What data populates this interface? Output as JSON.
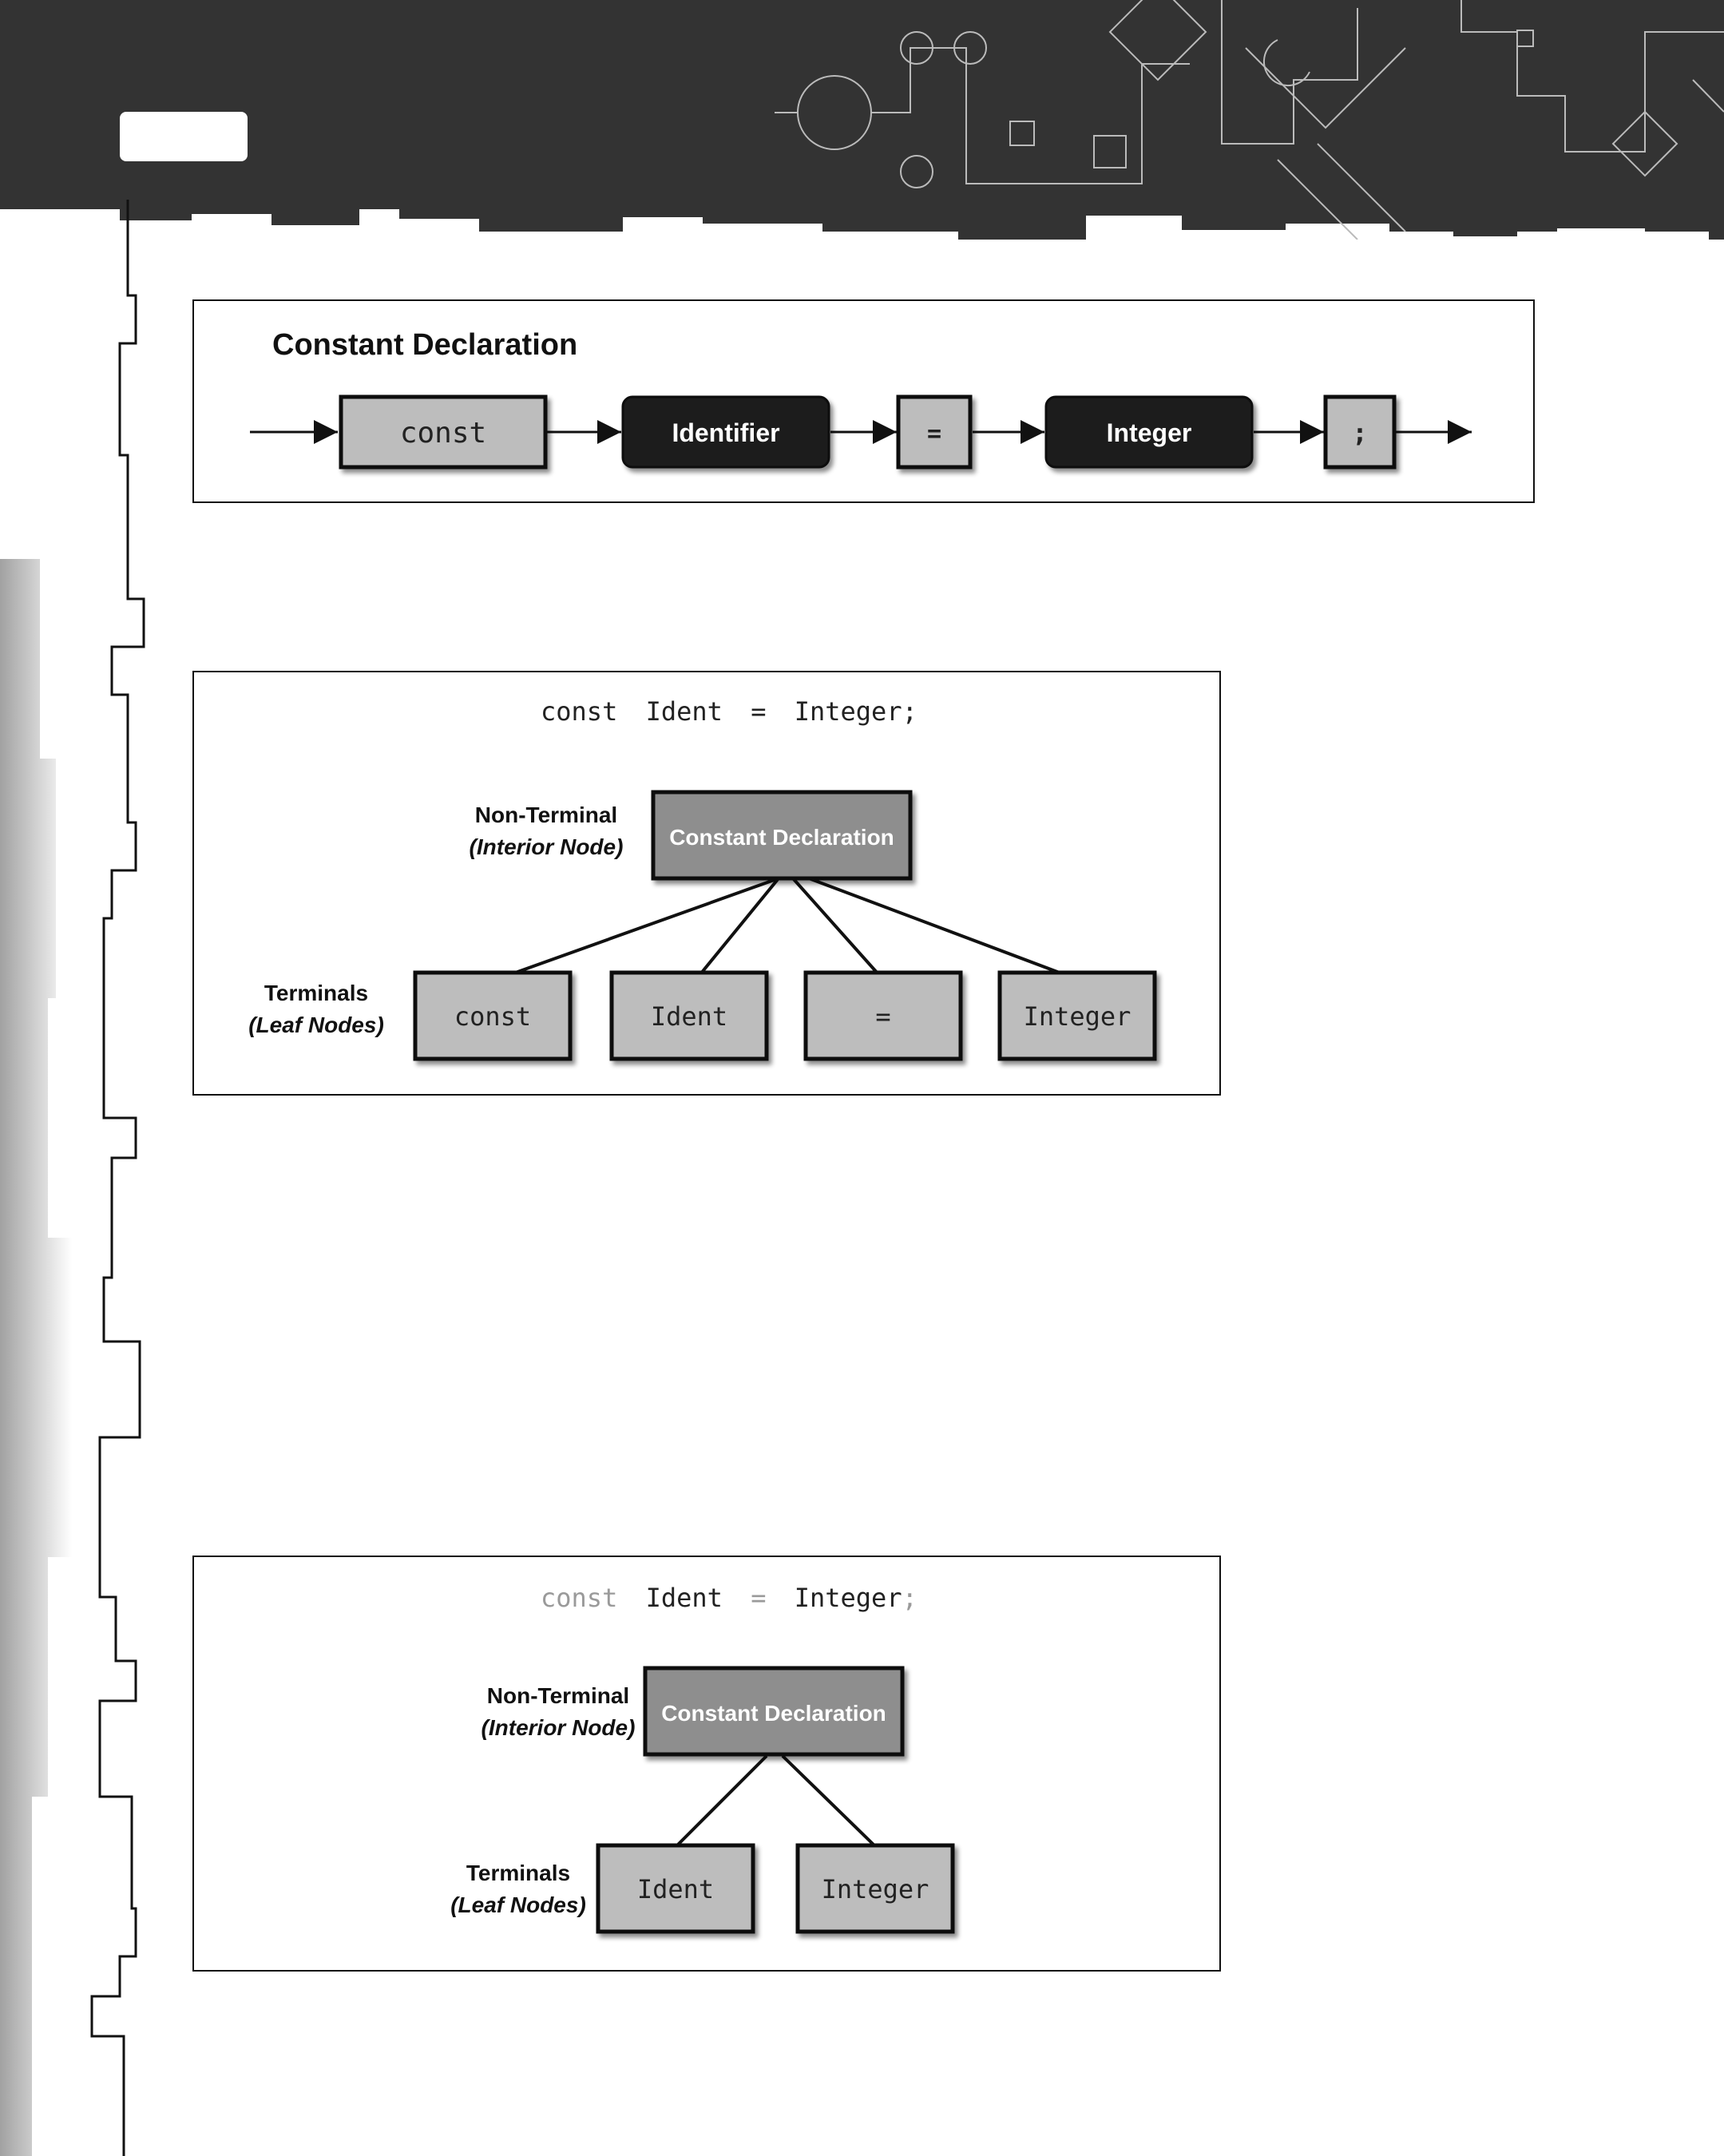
{
  "header": {
    "page_tab": ""
  },
  "figure1": {
    "title": "Constant Declaration",
    "nodes": [
      {
        "label": "const",
        "style": "terminal"
      },
      {
        "label": "Identifier",
        "style": "nonterminal"
      },
      {
        "label": "=",
        "style": "terminal"
      },
      {
        "label": "Integer",
        "style": "nonterminal"
      },
      {
        "label": ";",
        "style": "terminal"
      }
    ]
  },
  "figure2": {
    "source_line": {
      "const": "const",
      "ident": "Ident",
      "equals": "=",
      "integer": "Integer;"
    },
    "nonterminal_label": "Non-Terminal",
    "nonterminal_sublabel": "(Interior Node)",
    "root": "Constant Declaration",
    "terminals_label": "Terminals",
    "terminals_sublabel": "(Leaf Nodes)",
    "leaves": [
      "const",
      "Ident",
      "=",
      "Integer"
    ]
  },
  "figure3": {
    "source_line": {
      "const": "const",
      "ident": "Ident",
      "equals": "=",
      "integer": "Integer",
      "semicolon": ";"
    },
    "nonterminal_label": "Non-Terminal",
    "nonterminal_sublabel": "(Interior Node)",
    "root": "Constant Declaration",
    "terminals_label": "Terminals",
    "terminals_sublabel": "(Leaf Nodes)",
    "leaves": [
      "Ident",
      "Integer"
    ]
  },
  "colors": {
    "header_bg": "#333333",
    "terminal_fill": "#bdbdbd",
    "nonterminal_fill": "#1a1a1a",
    "tree_root_fill": "#8e8e8e",
    "faded_text": "#9a9a9a"
  }
}
